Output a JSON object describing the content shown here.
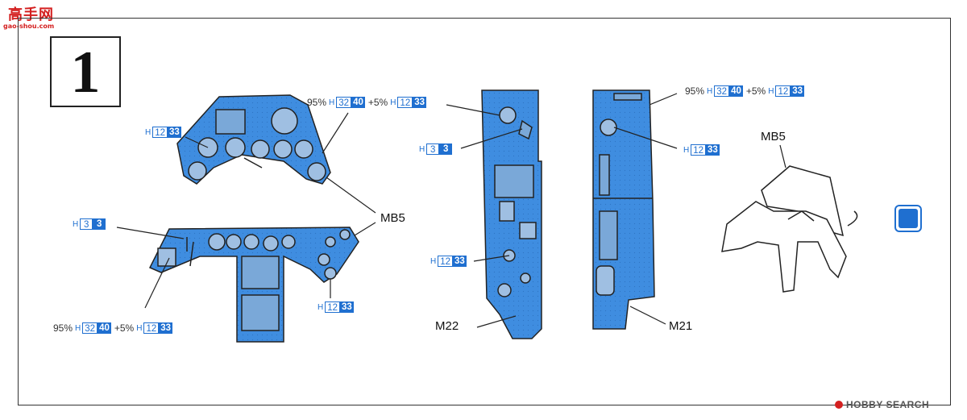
{
  "site_logo": {
    "zh": "高手网",
    "url": "gao-shou.com"
  },
  "step_number": "1",
  "paint_callouts": {
    "top_right_hood": {
      "pct1": "95%",
      "h": "H",
      "c1": "32",
      "c2": "40",
      "plus": "+5%",
      "c3": "12",
      "c4": "33"
    },
    "hood_left": {
      "h": "H",
      "c1": "12",
      "c2": "33"
    },
    "panel_left": {
      "h": "H",
      "c1": "3",
      "c2": "3"
    },
    "panel_bottom_left": {
      "pct1": "95%",
      "h": "H",
      "c1": "32",
      "c2": "40",
      "plus": "+5%",
      "c3": "12",
      "c4": "33"
    },
    "panel_knob": {
      "h": "H",
      "c1": "12",
      "c2": "33"
    },
    "m22_mid": {
      "h": "H",
      "c1": "3",
      "c2": "3"
    },
    "m22_low": {
      "h": "H",
      "c1": "12",
      "c2": "33"
    },
    "m21_top": {
      "pct1": "95%",
      "h": "H",
      "c1": "32",
      "c2": "40",
      "plus": "+5%",
      "c3": "12",
      "c4": "33"
    },
    "m21_dial": {
      "h": "H",
      "c1": "12",
      "c2": "33"
    }
  },
  "part_labels": {
    "mb5_center": "MB5",
    "m22": "M22",
    "m21": "M21",
    "mb5_right": "MB5"
  },
  "colors": {
    "panel_blue": "#3f8de0",
    "paint_blue": "#1f6fd0",
    "line": "#222222"
  },
  "icons": {
    "up_arrow": "up-arrow-icon"
  },
  "watermark": "HOBBY SEARCH"
}
